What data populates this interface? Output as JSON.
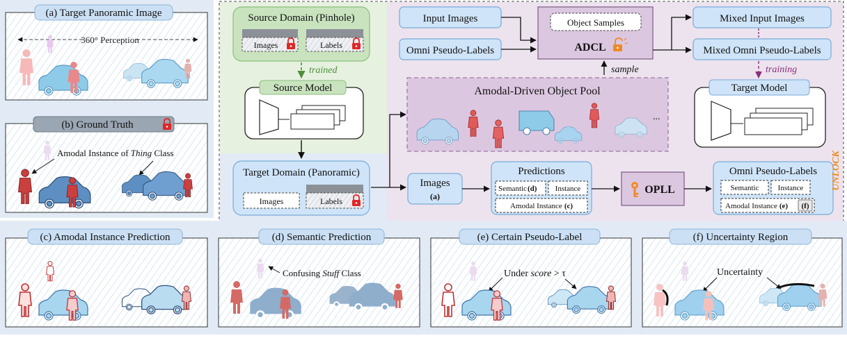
{
  "colors": {
    "panel_bg": "#dfe9f5",
    "light_blue_box": "#cfe4f8",
    "box_stroke": "#7aaad8",
    "green_bg": "#e6f1df",
    "green_box": "#c9e3bf",
    "purple_bg": "#ece3ee",
    "pool_box": "#dcc7e0",
    "header_blue": "#cbe0f4",
    "header_dark": "#9aa6b2",
    "lock_red": "#e02626",
    "unlock_orange": "#f08a24",
    "person_red": "#d9534f",
    "person_pink": "#f4aeb0",
    "car_blue": "#8ecbe8",
    "car_dark": "#5d8fc2",
    "arrow_purple": "#8a2e7a",
    "arrow_green": "#4d8f3a"
  },
  "panels": {
    "a": {
      "title": "(a) Target Panoramic Image",
      "caption": "360° Perception"
    },
    "b": {
      "title": "(b) Ground Truth",
      "annotation_prefix": "Amodal Instance of ",
      "annotation_emph": "Thing",
      "annotation_suffix": " Class"
    },
    "c": {
      "title": "(c) Amodal Instance Prediction"
    },
    "d": {
      "title": "(d) Semantic Prediction",
      "annotation_prefix": "Confusing ",
      "annotation_emph": "Stuff",
      "annotation_suffix": " Class"
    },
    "e": {
      "title": "(e) Certain Pseudo-Label",
      "annotation_prefix": "Under ",
      "annotation_emph": "score",
      "annotation_suffix": " > τ"
    },
    "f": {
      "title": "(f) Uncertainty Region",
      "annotation": "Uncertainty"
    }
  },
  "pipeline": {
    "source_domain": {
      "title": "Source Domain (Pinhole)",
      "images": "Images",
      "labels": "Labels"
    },
    "trained_label": "trained",
    "source_model": "Source Model",
    "target_domain": {
      "title": "Target Domain (Panoramic)",
      "images": "Images",
      "labels": "Labels"
    },
    "input_images": "Input Images",
    "omni_pseudo_labels_in": "Omni Pseudo-Labels",
    "object_samples": "Object Samples",
    "adcl": "ADCL",
    "sample_label": "sample",
    "mixed_input_images": "Mixed Input Images",
    "mixed_omni_pseudo_labels": "Mixed Omni Pseudo-Labels",
    "training_label": "training",
    "target_model": "Target Model",
    "object_pool": "Amodal-Driven Object Pool",
    "pool_ellipsis": "...",
    "images_box": {
      "title": "Images",
      "ref": "(a)"
    },
    "predictions": {
      "title": "Predictions",
      "semantic": "Semantic",
      "semantic_ref": "(d)",
      "instance": "Instance",
      "amodal": "Amodal Instance",
      "amodal_ref": "(c)"
    },
    "opll": "OPLL",
    "omni_out": {
      "title": "Omni Pseudo-Labels",
      "semantic": "Semantic",
      "instance": "Instance",
      "amodal": "Amodal Instance",
      "ref_e": "(e)",
      "ref_f": "(f)"
    },
    "unlock": "UNLOCK"
  }
}
